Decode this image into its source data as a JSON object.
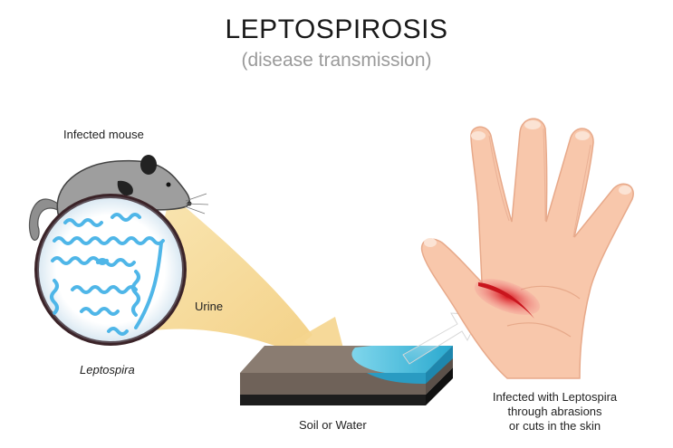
{
  "title": "LEPTOSPIROSIS",
  "subtitle": "(disease transmission)",
  "labels": {
    "mouse": "Infected mouse",
    "urine": "Urine",
    "leptospira": "Leptospira",
    "soil": "Soil or Water",
    "infection_line1": "Infected with Leptospira",
    "infection_line2": "through abrasions",
    "infection_line3": "or cuts in the skin"
  },
  "colors": {
    "urine": "#f7dfa2",
    "mouse_body": "#9a9a9a",
    "bacteria": "#4fb6e8",
    "water": "#3fb8d8",
    "soil": "#6f6259",
    "skin": "#f7c4a8",
    "wound": "#e0252c"
  }
}
